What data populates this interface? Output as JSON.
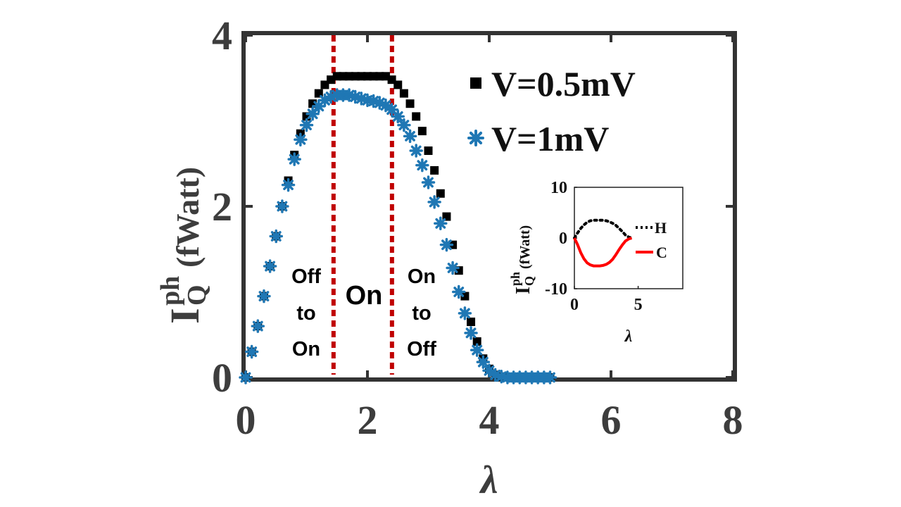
{
  "chart_data": [
    {
      "type": "scatter",
      "xlabel": "λ",
      "ylabel_main": "I",
      "ylabel_sup": "ph",
      "ylabel_sub": "Q",
      "ylabel_unit": "(fWatt)",
      "xlim": [
        0,
        8
      ],
      "ylim": [
        0,
        4
      ],
      "x_ticks": [
        "0",
        "2",
        "4",
        "6",
        "8"
      ],
      "y_ticks": [
        "0",
        "2",
        "4"
      ],
      "x_tick_values": [
        0,
        2,
        4,
        6,
        8
      ],
      "y_tick_values": [
        0,
        2,
        4
      ],
      "legend_position": "top-right",
      "series": [
        {
          "name": "V=0.5mV",
          "marker": "square",
          "color": "#000000",
          "x": [
            0.0,
            0.1,
            0.2,
            0.3,
            0.4,
            0.5,
            0.6,
            0.7,
            0.8,
            0.9,
            1.0,
            1.1,
            1.2,
            1.3,
            1.4,
            1.5,
            1.6,
            1.7,
            1.8,
            1.9,
            2.0,
            2.1,
            2.2,
            2.3,
            2.4,
            2.5,
            2.6,
            2.7,
            2.8,
            2.9,
            3.0,
            3.1,
            3.2,
            3.3,
            3.4,
            3.5,
            3.6,
            3.7,
            3.8,
            3.9,
            4.0,
            4.1,
            4.2,
            4.3,
            4.4,
            4.5,
            4.6,
            4.7,
            4.8,
            4.9,
            5.0
          ],
          "y": [
            0.0,
            0.3,
            0.6,
            0.95,
            1.3,
            1.65,
            2.0,
            2.3,
            2.6,
            2.85,
            3.05,
            3.2,
            3.32,
            3.42,
            3.48,
            3.52,
            3.52,
            3.52,
            3.52,
            3.52,
            3.52,
            3.52,
            3.52,
            3.52,
            3.48,
            3.42,
            3.32,
            3.2,
            3.05,
            2.88,
            2.65,
            2.42,
            2.15,
            1.88,
            1.55,
            1.25,
            0.95,
            0.65,
            0.42,
            0.22,
            0.1,
            0.03,
            0.01,
            0.0,
            0.0,
            0.0,
            0.0,
            0.0,
            0.0,
            0.0,
            0.0
          ]
        },
        {
          "name": "V=1mV",
          "marker": "star",
          "color": "#1f77b4",
          "x": [
            0.0,
            0.1,
            0.2,
            0.3,
            0.4,
            0.5,
            0.6,
            0.7,
            0.8,
            0.9,
            1.0,
            1.1,
            1.2,
            1.3,
            1.4,
            1.5,
            1.6,
            1.7,
            1.8,
            1.9,
            2.0,
            2.1,
            2.2,
            2.3,
            2.4,
            2.5,
            2.6,
            2.7,
            2.8,
            2.9,
            3.0,
            3.1,
            3.2,
            3.3,
            3.4,
            3.5,
            3.6,
            3.7,
            3.8,
            3.9,
            4.0,
            4.1,
            4.2,
            4.3,
            4.4,
            4.5,
            4.6,
            4.7,
            4.8,
            4.9,
            5.0
          ],
          "y": [
            0.0,
            0.3,
            0.6,
            0.95,
            1.3,
            1.65,
            2.0,
            2.25,
            2.55,
            2.78,
            2.95,
            3.08,
            3.17,
            3.24,
            3.28,
            3.3,
            3.3,
            3.3,
            3.28,
            3.26,
            3.24,
            3.23,
            3.21,
            3.18,
            3.13,
            3.05,
            2.95,
            2.82,
            2.65,
            2.48,
            2.28,
            2.05,
            1.8,
            1.55,
            1.28,
            1.0,
            0.75,
            0.52,
            0.32,
            0.18,
            0.08,
            0.03,
            0.01,
            0.0,
            0.0,
            0.0,
            0.0,
            0.0,
            0.0,
            0.0,
            0.0
          ]
        }
      ],
      "region_lines_x": [
        1.42,
        2.38
      ],
      "region_line_color": "#c00000",
      "regions": [
        {
          "lines": [
            "Off",
            "to",
            "On"
          ]
        },
        {
          "lines": [
            "On"
          ]
        },
        {
          "lines": [
            "On",
            "to",
            "Off"
          ]
        }
      ]
    },
    {
      "type": "line",
      "xlabel": "λ",
      "ylabel_main": "I",
      "ylabel_sup": "ph",
      "ylabel_sub": "Q",
      "ylabel_unit": "(fWatt)",
      "xlim": [
        0,
        8.5
      ],
      "ylim": [
        -10,
        10
      ],
      "x_ticks": [
        "0",
        "5"
      ],
      "y_ticks": [
        "10",
        "0",
        "-10"
      ],
      "x_tick_values": [
        0,
        5
      ],
      "y_tick_values": [
        10,
        0,
        -10
      ],
      "legend_position": "right",
      "series": [
        {
          "name": "H",
          "style": "dotted",
          "color": "#000000",
          "x": [
            0,
            0.25,
            0.5,
            0.75,
            1,
            1.25,
            1.5,
            1.75,
            2,
            2.25,
            2.5,
            2.75,
            3,
            3.25,
            3.5,
            3.75,
            4,
            4.25,
            4.5
          ],
          "y": [
            0,
            1.0,
            1.9,
            2.6,
            3.1,
            3.4,
            3.5,
            3.5,
            3.5,
            3.5,
            3.4,
            3.2,
            2.9,
            2.5,
            1.9,
            1.3,
            0.6,
            0.2,
            0
          ]
        },
        {
          "name": "C",
          "style": "solid",
          "color": "#ff0000",
          "x": [
            0,
            0.25,
            0.5,
            0.75,
            1,
            1.25,
            1.5,
            1.75,
            2,
            2.25,
            2.5,
            2.75,
            3,
            3.25,
            3.5,
            3.75,
            4,
            4.25,
            4.5
          ],
          "y": [
            0,
            -1.3,
            -2.9,
            -4.1,
            -4.9,
            -5.3,
            -5.5,
            -5.5,
            -5.5,
            -5.4,
            -5.2,
            -4.8,
            -4.2,
            -3.3,
            -2.3,
            -1.4,
            -0.6,
            -0.2,
            0
          ]
        }
      ]
    }
  ]
}
